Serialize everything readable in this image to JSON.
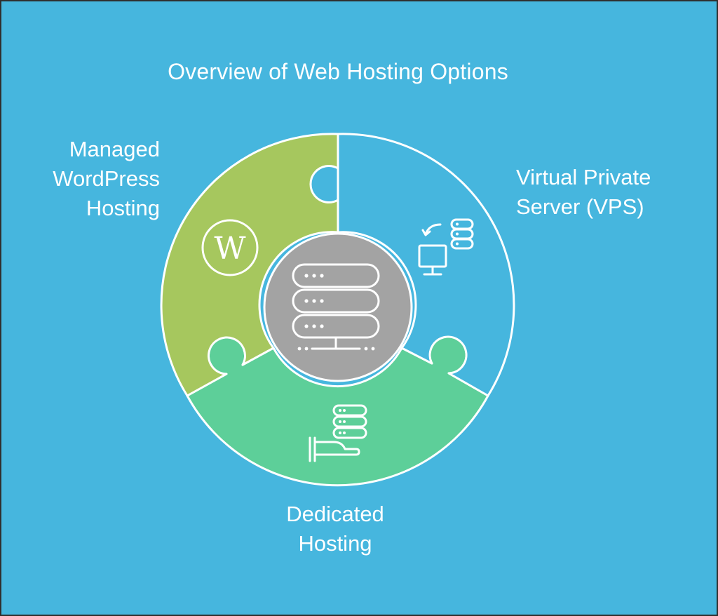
{
  "title": "Overview of Web Hosting Options",
  "colors": {
    "background": "#46b6de",
    "managed_wordpress": "#a6c75e",
    "vps": "#46b6de",
    "dedicated": "#5dcf99",
    "center_hub": "#a3a3a3",
    "outline": "#ffffff"
  },
  "segments": [
    {
      "id": "managed-wordpress",
      "label": "Managed\nWordPress\nHosting",
      "icon": "wordpress-logo-icon"
    },
    {
      "id": "vps",
      "label": "Virtual Private\nServer (VPS)",
      "icon": "vps-transfer-icon"
    },
    {
      "id": "dedicated",
      "label": "Dedicated\nHosting",
      "icon": "dedicated-server-hand-icon"
    }
  ],
  "center": {
    "icon": "server-network-icon"
  }
}
